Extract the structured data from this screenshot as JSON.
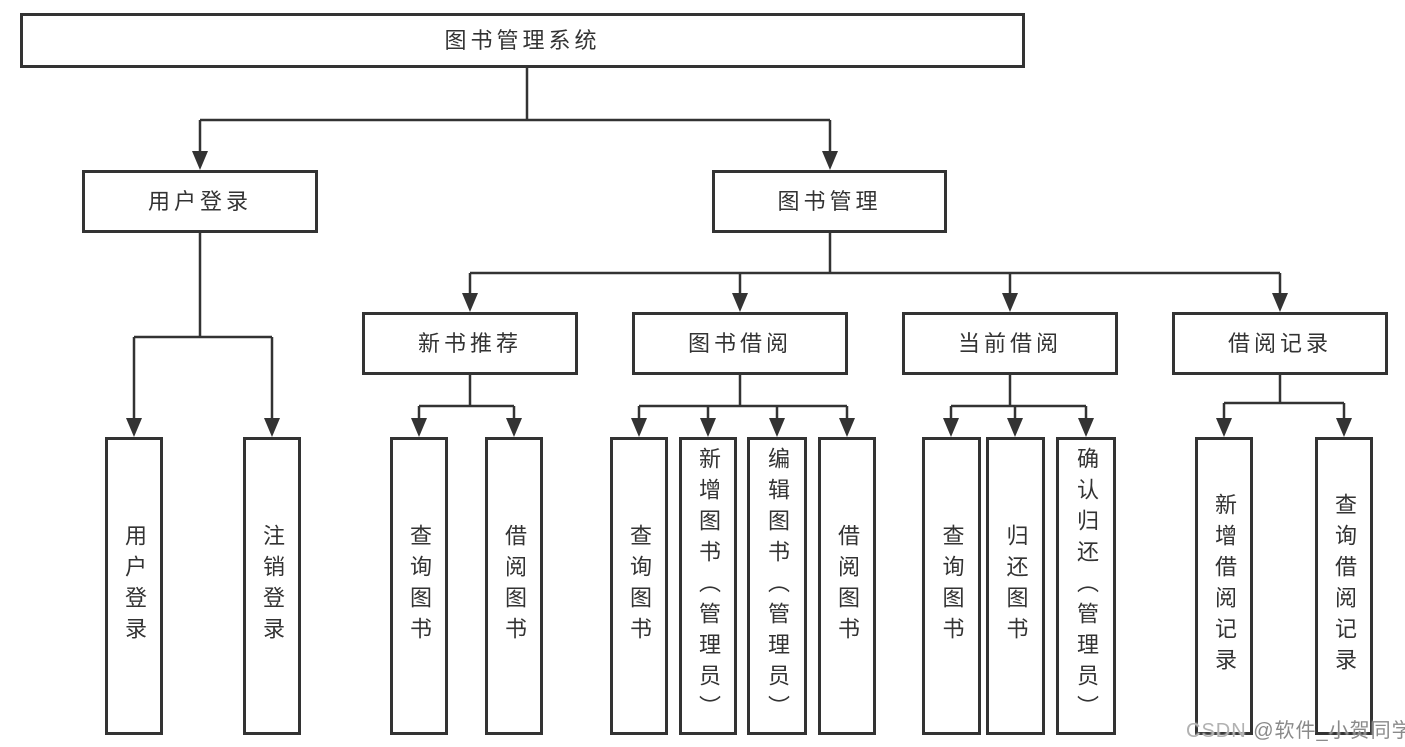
{
  "tree": {
    "label": "图书管理系统",
    "children": [
      {
        "label": "用户登录",
        "children": [
          {
            "label": "用户登录"
          },
          {
            "label": "注销登录"
          }
        ]
      },
      {
        "label": "图书管理",
        "children": [
          {
            "label": "新书推荐",
            "children": [
              {
                "label": "查询图书"
              },
              {
                "label": "借阅图书"
              }
            ]
          },
          {
            "label": "图书借阅",
            "children": [
              {
                "label": "查询图书"
              },
              {
                "label": "新增图书（管理员）"
              },
              {
                "label": "编辑图书（管理员）"
              },
              {
                "label": "借阅图书"
              }
            ]
          },
          {
            "label": "当前借阅",
            "children": [
              {
                "label": "查询图书"
              },
              {
                "label": "归还图书"
              },
              {
                "label": "确认归还（管理员）"
              }
            ]
          },
          {
            "label": "借阅记录",
            "children": [
              {
                "label": "新增借阅记录"
              },
              {
                "label": "查询借阅记录"
              }
            ]
          }
        ]
      }
    ]
  },
  "watermark": {
    "prefix": "CSDN ",
    "author": "@软件_小贺同学"
  },
  "colors": {
    "line": "#333333",
    "text": "#333333",
    "background": "#ffffff",
    "watermark_prefix": "#b2b2b2",
    "watermark_author": "#8a8a8a"
  }
}
